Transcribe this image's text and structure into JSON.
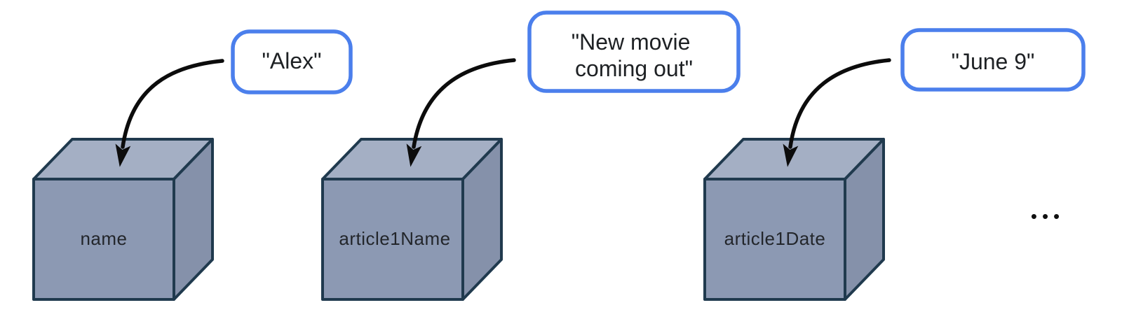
{
  "colors": {
    "cube_top": "#A4AFC4",
    "cube_front": "#8C99B3",
    "cube_side": "#8591AA",
    "cube_outline": "#203A4E",
    "bubble_border": "#4B7FEC",
    "bubble_fill": "#FFFFFF",
    "arrow": "#0C0C0C",
    "label_text": "#23262B"
  },
  "items": [
    {
      "box_label": "name",
      "bubble_lines": [
        "\"Alex\""
      ]
    },
    {
      "box_label": "article1Name",
      "bubble_lines": [
        "\"New movie",
        "coming out\""
      ]
    },
    {
      "box_label": "article1Date",
      "bubble_lines": [
        "\"June 9\""
      ]
    }
  ],
  "ellipsis": "•••"
}
